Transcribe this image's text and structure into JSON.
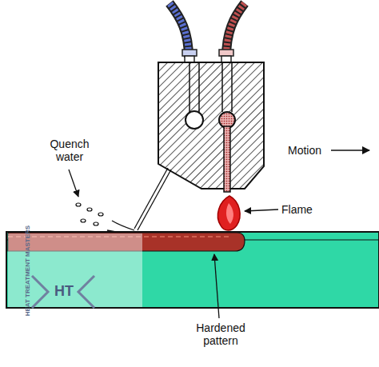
{
  "diagram": {
    "labels": [
      "Quench water",
      "Motion",
      "Flame",
      "Hardened pattern",
      "HEAT TREATMENT MASTERS",
      "HT"
    ]
  }
}
